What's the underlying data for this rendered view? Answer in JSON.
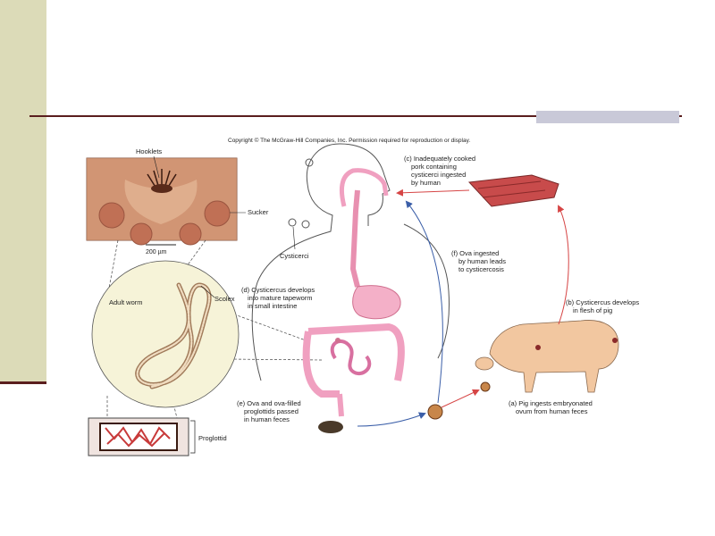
{
  "slide": {
    "accent_color": "#dcdbb8",
    "rule_color": "#5a1e1e",
    "box_color": "#c9c9d8"
  },
  "figure": {
    "copyright": "Copyright © The McGraw-Hill Companies, Inc. Permission required for reproduction or display.",
    "micro": {
      "hooklets": "Hooklets",
      "sucker": "Sucker",
      "scale": "200 µm"
    },
    "worm": {
      "adult_worm": "Adult worm",
      "scolex": "Scolex",
      "proglottid": "Proglottid"
    },
    "cysticerci": "Cysticerci",
    "steps": {
      "c": [
        "(c) Inadequately cooked",
        "pork containing",
        "cysticerci ingested",
        "by human"
      ],
      "d": [
        "(d) Cysticercus develops",
        "into mature tapeworm",
        "in small intestine"
      ],
      "f": [
        "(f) Ova ingested",
        "by human leads",
        "to cysticercosis"
      ],
      "b": [
        "(b) Cysticercus develops",
        "in flesh of pig"
      ],
      "e": [
        "(e) Ova and ova-filled",
        "proglottids passed",
        "in human feces"
      ],
      "a": [
        "(a) Pig ingests embryonated",
        "ovum from human feces"
      ]
    }
  }
}
